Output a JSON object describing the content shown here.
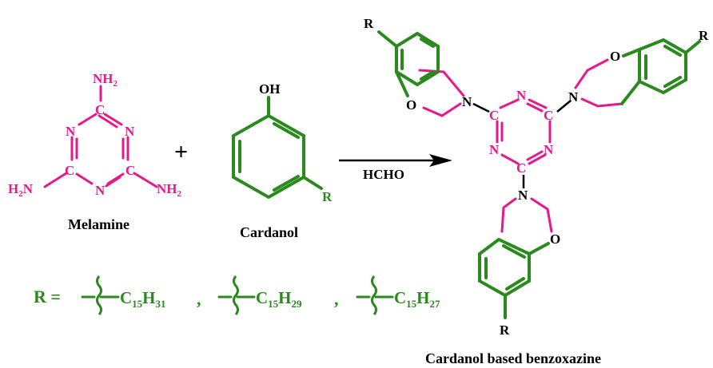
{
  "atoms": {
    "nh2": "NH",
    "h2n": "H",
    "two": "2",
    "n": "N",
    "c": "C",
    "oh": "OH",
    "o": "O",
    "r": "R"
  },
  "labels": {
    "melamine": "Melamine",
    "cardanol": "Cardanol",
    "product": "Cardanol based benzoxazine",
    "plus": "+",
    "reagent": "HCHO"
  },
  "r_definition": {
    "lead": "R =",
    "substituents": [
      {
        "c": "15",
        "h": "31"
      },
      {
        "c": "15",
        "h": "29"
      },
      {
        "c": "15",
        "h": "27"
      }
    ],
    "separator": ","
  },
  "colors": {
    "triazine": "#e6198c",
    "aromatic": "#2a8a1e",
    "arrow": "#000000"
  }
}
